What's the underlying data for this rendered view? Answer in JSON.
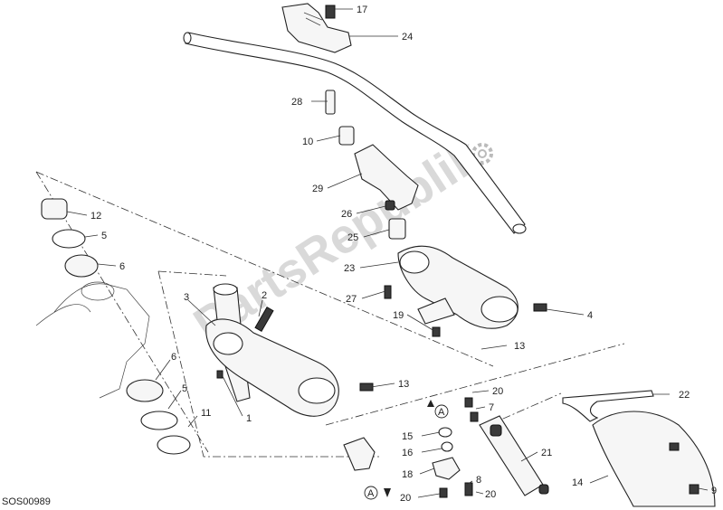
{
  "diagram": {
    "code": "SOS00989",
    "watermark": "PartsRepublik",
    "callouts": [
      "17",
      "24",
      "28",
      "10",
      "29",
      "26",
      "25",
      "23",
      "27",
      "19",
      "4",
      "13",
      "12",
      "5",
      "6",
      "3",
      "2",
      "13",
      "1",
      "6",
      "5",
      "11",
      "22",
      "20",
      "7",
      "15",
      "16",
      "18",
      "8",
      "20",
      "20",
      "21",
      "14",
      "9"
    ],
    "reference_marks": [
      "A",
      "A"
    ]
  }
}
